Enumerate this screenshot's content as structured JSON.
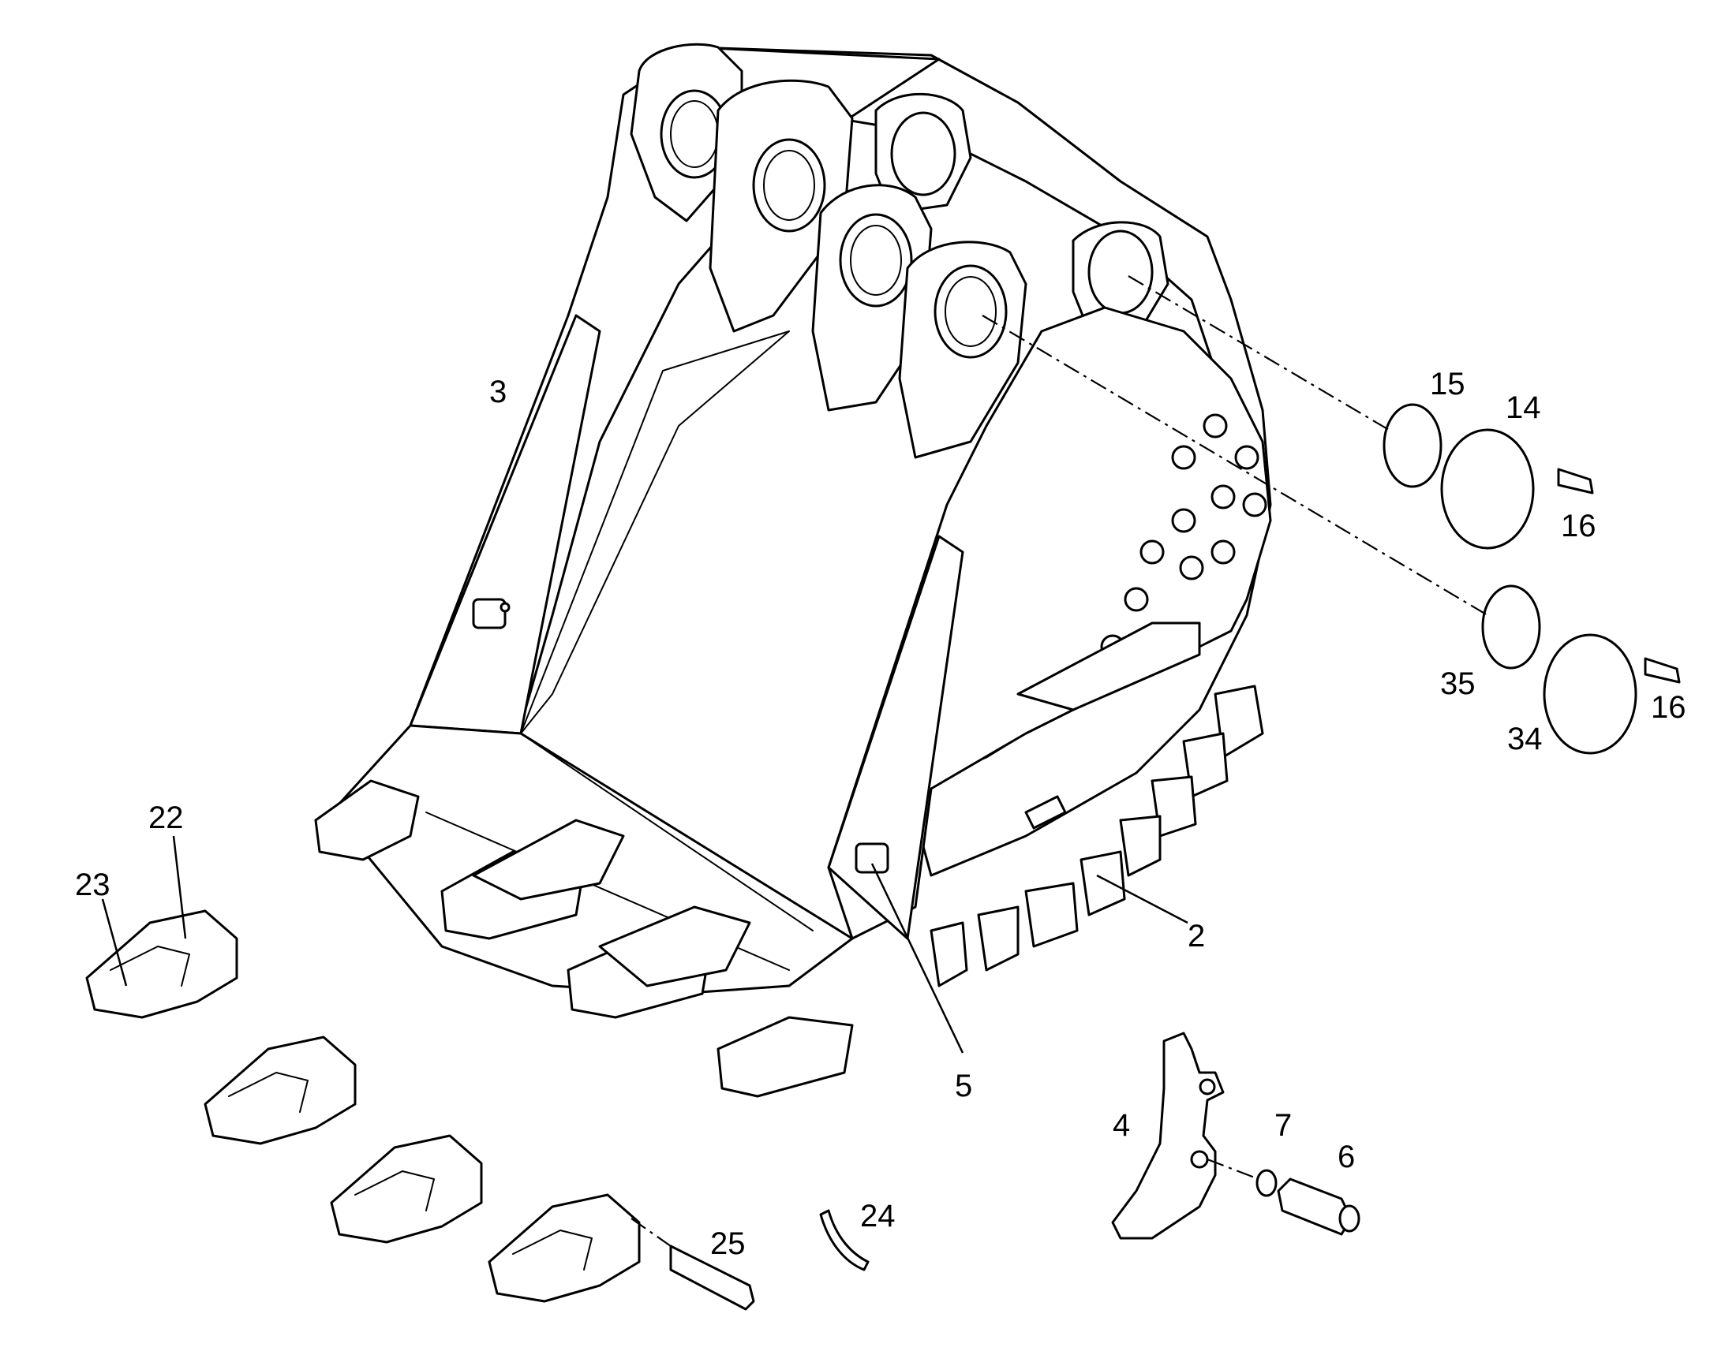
{
  "labels": {
    "l2": "2",
    "l3": "3",
    "l4": "4",
    "l5": "5",
    "l6": "6",
    "l7": "7",
    "l14": "14",
    "l15": "15",
    "l16a": "16",
    "l16b": "16",
    "l22": "22",
    "l23": "23",
    "l24": "24",
    "l25": "25",
    "l34": "34",
    "l35": "35"
  },
  "colors": {
    "line": "#000000",
    "background": "#ffffff"
  }
}
